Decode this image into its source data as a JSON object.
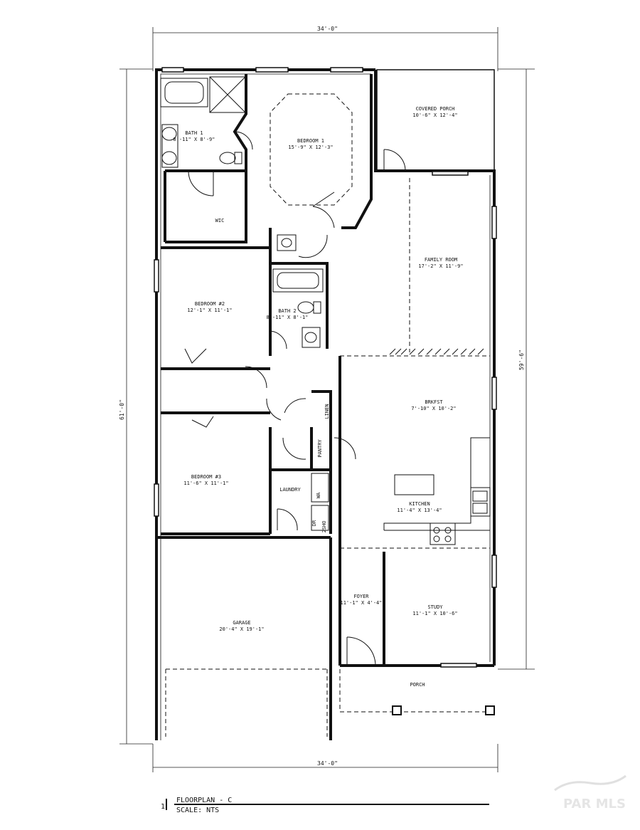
{
  "dimensions": {
    "top_width": "34'-0\"",
    "bottom_width": "34'-0\"",
    "left_depth": "61'-0\"",
    "right_depth": "59'-6\""
  },
  "rooms": {
    "covered_porch": {
      "name": "COVERED PORCH",
      "size": "10'-6\" X 12'-4\""
    },
    "bath1": {
      "name": "BATH 1",
      "size": "8'-11\" X 8'-9\""
    },
    "bedroom1": {
      "name": "BEDROOM 1",
      "size": "15'-9\" X 12'-3\""
    },
    "wic": {
      "name": "WIC"
    },
    "family_room": {
      "name": "FAMILY ROOM",
      "size": "17'-2\" X 11'-9\""
    },
    "bedroom2": {
      "name": "BEDROOM #2",
      "size": "12'-1\" X 11'-1\""
    },
    "bath2": {
      "name": "BATH 2",
      "size": "8'-11\" X 8'-1\""
    },
    "brkfst": {
      "name": "BRKFST",
      "size": "7'-10\" X 10'-2\""
    },
    "linen": {
      "name": "LINEN"
    },
    "pantry": {
      "name": "PANTRY"
    },
    "bedroom3": {
      "name": "BEDROOM #3",
      "size": "11'-6\" X 11'-1\""
    },
    "laundry": {
      "name": "LAUNDRY"
    },
    "kitchen": {
      "name": "KITCHEN",
      "size": "11'-4\" X 13'-4\""
    },
    "garage": {
      "name": "GARAGE",
      "size": "20'-4\" X 19'-1\""
    },
    "foyer": {
      "name": "FOYER",
      "size": "11'-1\" X 4'-4\""
    },
    "study": {
      "name": "STUDY",
      "size": "11'-1\" X 10'-6\""
    },
    "porch": {
      "name": "PORCH"
    }
  },
  "appliances": {
    "washer": "WA",
    "dryer": "DR",
    "sink": "2SHO"
  },
  "title_block": {
    "number": "1",
    "title": "FLOORPLAN - C",
    "scale": "SCALE: NTS"
  },
  "watermark": "PAR MLS"
}
